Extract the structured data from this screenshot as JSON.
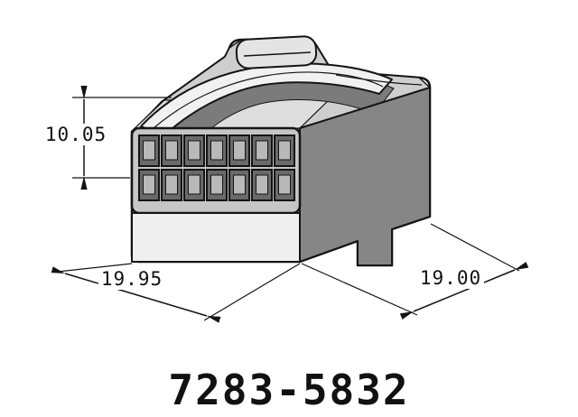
{
  "drawing": {
    "part_number": "7283-5832",
    "dimensions": {
      "height_label": "10.05",
      "width_label": "19.95",
      "depth_label": "19.00"
    },
    "connector": {
      "cavity_rows": 2,
      "cavity_columns": 7,
      "cavity_count": 14
    },
    "colors": {
      "line": "#141414",
      "background": "#ffffff",
      "body_fill": "#ffffff",
      "front_face": "#c6c6c6",
      "skirt_face": "#efefef",
      "side_face": "#868686",
      "top_face": "#cecece",
      "chamfer_face": "#dedede",
      "shadow_band": "#7b7b7b",
      "latch_strap": "#f1f1f1",
      "lock_tab": "#e4e4e4",
      "cavity_outer": "#6a6a6a",
      "cavity_inner": "#b9b9b9"
    }
  }
}
